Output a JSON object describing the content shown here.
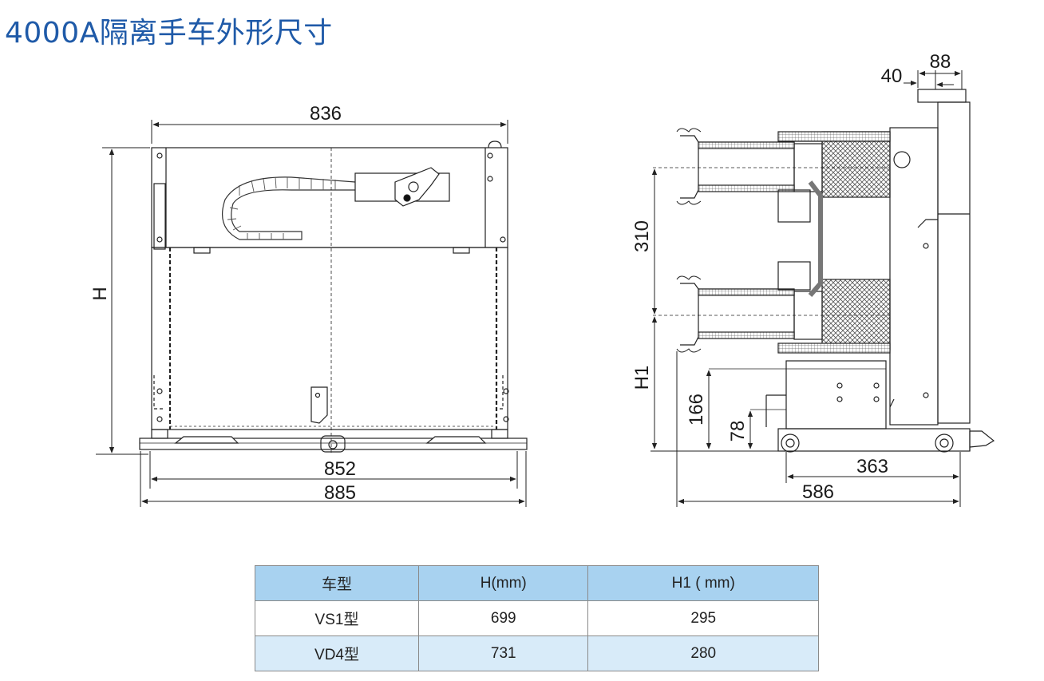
{
  "title": "4000A隔离手车外形尺寸",
  "front_view": {
    "dims": {
      "width_top": "836",
      "width_wheel": "852",
      "width_total": "885",
      "height": "H"
    }
  },
  "side_view": {
    "dims": {
      "d40": "40",
      "d88": "88",
      "d310": "310",
      "h1": "H1",
      "d166": "166",
      "d78": "78",
      "d363": "363",
      "d586": "586"
    }
  },
  "table": {
    "headers": [
      "车型",
      "H(mm)",
      "H1 ( mm)"
    ],
    "rows": [
      [
        "VS1型",
        "699",
        "295"
      ],
      [
        "VD4型",
        "731",
        "280"
      ]
    ]
  },
  "colors": {
    "title": "#1f5aa8",
    "table_header": "#a8d2f0",
    "table_alt_row": "#d8ebf9"
  }
}
